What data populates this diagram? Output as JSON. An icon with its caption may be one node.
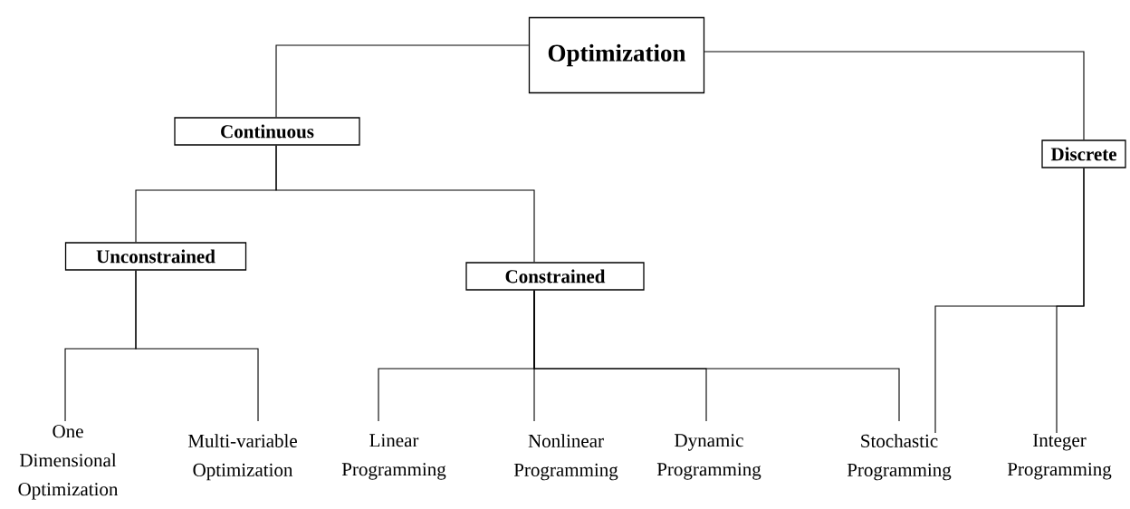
{
  "diagram": {
    "nodes": [
      {
        "text": [
          "Optimization"
        ]
      },
      {
        "text": [
          "Continuous"
        ]
      },
      {
        "text": [
          "Discrete"
        ]
      },
      {
        "text": [
          "Unconstrained"
        ]
      },
      {
        "text": [
          "Constrained"
        ]
      },
      {
        "text": [
          "One Dimensional Optimization"
        ]
      },
      {
        "text": [
          "Multi-variable Optimization"
        ]
      },
      {
        "text": [
          "Linear Programming"
        ]
      },
      {
        "text": [
          "Nonlinear Programming"
        ]
      },
      {
        "text": [
          "Dynamic Programming"
        ]
      },
      {
        "text": [
          "Stochastic Programming"
        ]
      },
      {
        "text": [
          "Integer Programming"
        ]
      }
    ],
    "edges": [
      {
        "from": 0,
        "to": 1,
        "arrow": "none"
      },
      {
        "from": 0,
        "to": 2,
        "arrow": "none"
      },
      {
        "from": 1,
        "to": 3,
        "arrow": "none"
      },
      {
        "from": 1,
        "to": 4,
        "arrow": "none"
      },
      {
        "from": 3,
        "to": 5,
        "arrow": "none"
      },
      {
        "from": 3,
        "to": 6,
        "arrow": "none"
      },
      {
        "from": 4,
        "to": 7,
        "arrow": "none"
      },
      {
        "from": 4,
        "to": 8,
        "arrow": "none"
      },
      {
        "from": 4,
        "to": 9,
        "arrow": "none"
      },
      {
        "from": 4,
        "to": 10,
        "arrow": "none"
      },
      {
        "from": 2,
        "to": 10,
        "arrow": "none"
      },
      {
        "from": 2,
        "to": 11,
        "arrow": "none"
      }
    ]
  }
}
